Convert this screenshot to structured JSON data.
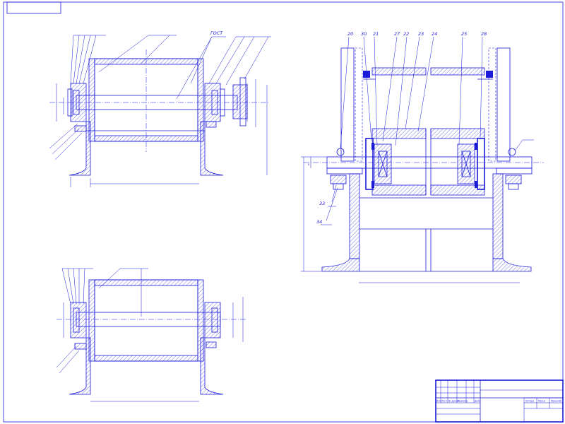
{
  "drawing": {
    "colors": {
      "line": "#1a1ad8",
      "paper": "#ffffff"
    },
    "view1": {
      "label_gost": "ГОСТ"
    },
    "section": {
      "callouts": [
        "20",
        "30",
        "21",
        "27",
        "22",
        "23",
        "24",
        "25",
        "28",
        "33",
        "34"
      ],
      "dim_small": "8"
    },
    "title_block": {
      "columns": [
        "Изм",
        "Лист",
        "№ докум.",
        "Подпись",
        "Дата"
      ],
      "right_headers": [
        "Литера",
        "Масса",
        "Масштаб"
      ]
    }
  }
}
